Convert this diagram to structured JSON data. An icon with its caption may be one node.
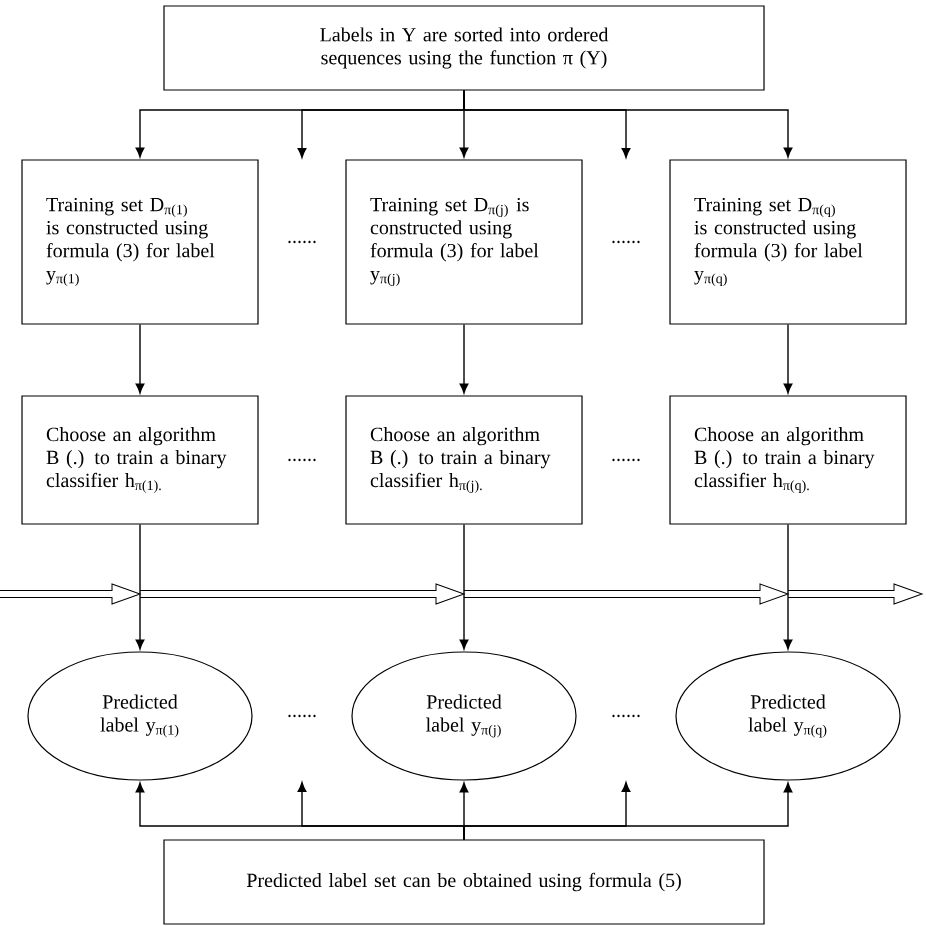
{
  "diagram": {
    "nodes": [
      {
        "text": [
          "Labels in Y are sorted into ordered sequences using the function π (Y)"
        ]
      },
      {
        "text": [
          "Training set D$_{π(1)}$ is constructed using formula (3) for label y$_{π(1)}$"
        ]
      },
      {
        "text": [
          "Training set D$_{π(j)}$ is constructed using formula (3) for label y$_{π(j)}$"
        ]
      },
      {
        "text": [
          "Training set D$_{π(q)}$ is constructed using formula (3) for label y$_{π(q)}$"
        ]
      },
      {
        "text": [
          "Choose an algorithm B (.) to train a binary classifier h$_{π(1).}$"
        ]
      },
      {
        "text": [
          "Choose an algorithm B (.) to train a binary classifier h$_{π(j).}$"
        ]
      },
      {
        "text": [
          "Choose an algorithm B (.) to train a binary classifier h$_{π(q).}$"
        ]
      },
      {
        "text": [
          "Predicted label y$_{π(1)}$"
        ]
      },
      {
        "text": [
          "Predicted label y$_{π(j)}$"
        ]
      },
      {
        "text": [
          "Predicted label y$_{π(q)}$"
        ]
      },
      {
        "text": [
          "Predicted label set can be obtained using formula (5)"
        ]
      }
    ],
    "edges": [
      {
        "from": 0,
        "to": 1,
        "arrow": "to"
      },
      {
        "from": 0,
        "to": null,
        "arrow": "to"
      },
      {
        "from": 0,
        "to": 2,
        "arrow": "to"
      },
      {
        "from": 0,
        "to": null,
        "arrow": "to"
      },
      {
        "from": 0,
        "to": 3,
        "arrow": "to"
      },
      {
        "from": 1,
        "to": 4,
        "arrow": "to"
      },
      {
        "from": 2,
        "to": 5,
        "arrow": "to"
      },
      {
        "from": 3,
        "to": 6,
        "arrow": "to"
      },
      {
        "from": 4,
        "to": 7,
        "arrow": "to"
      },
      {
        "from": 5,
        "to": 8,
        "arrow": "to"
      },
      {
        "from": 6,
        "to": 9,
        "arrow": "to"
      },
      {
        "from": 10,
        "to": 7,
        "arrow": "to"
      },
      {
        "from": 10,
        "to": null,
        "arrow": "to"
      },
      {
        "from": 10,
        "to": 8,
        "arrow": "to"
      },
      {
        "from": 10,
        "to": null,
        "arrow": "to"
      },
      {
        "from": 10,
        "to": 9,
        "arrow": "to"
      }
    ],
    "labels": [
      "......",
      "......",
      "......",
      "......",
      "......",
      "......"
    ]
  }
}
